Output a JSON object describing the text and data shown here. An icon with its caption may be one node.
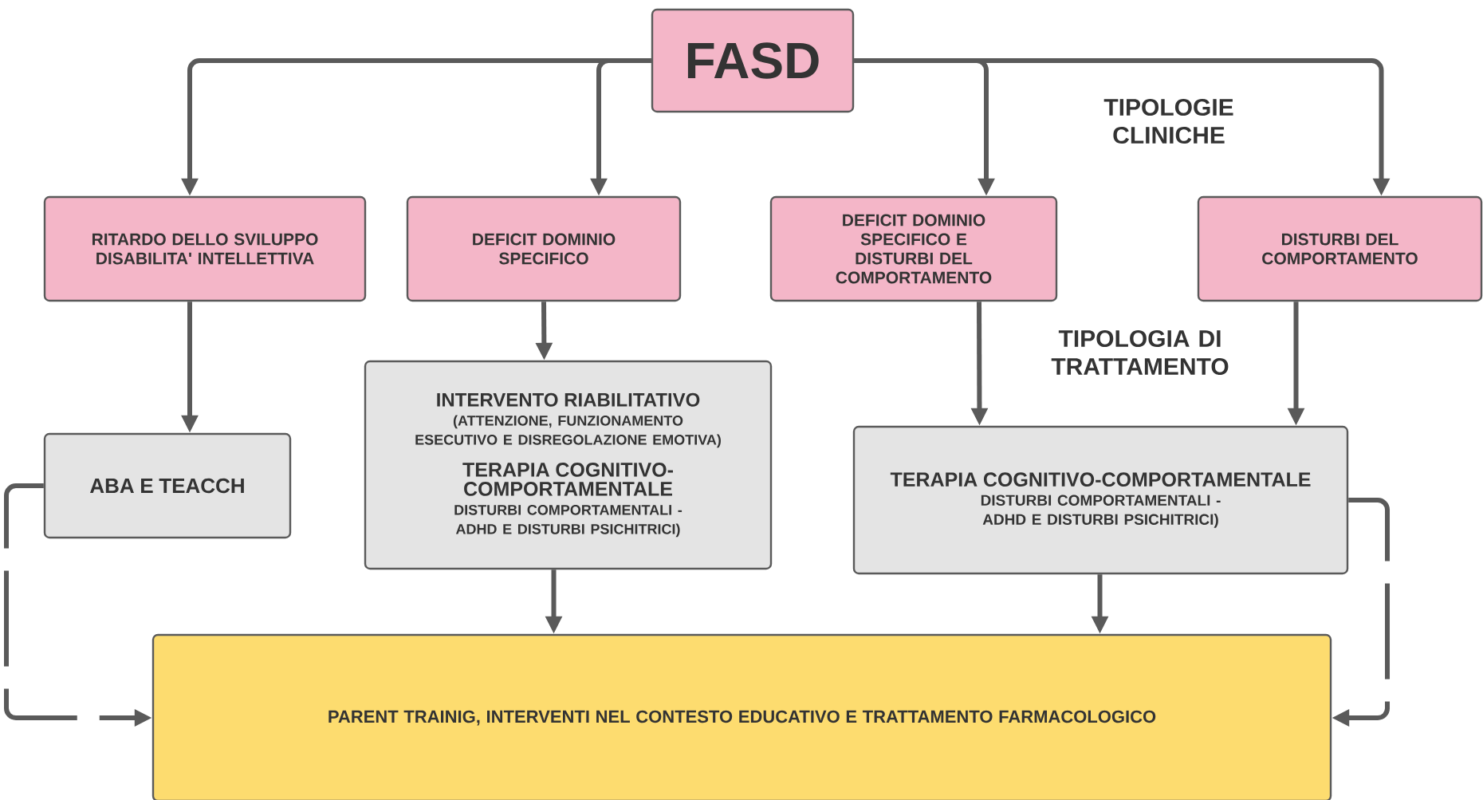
{
  "diagram": {
    "nodes": [
      {
        "text": [
          "FASD"
        ]
      },
      {
        "text": [
          "RITARDO DELLO SVILUPPO DISABILITA' INTELLETTIVA"
        ]
      },
      {
        "text": [
          "DEFICIT DOMINIO SPECIFICO"
        ]
      },
      {
        "text": [
          "DEFICIT DOMINIO SPECIFICO E DISTURBI DEL COMPORTAMENTO"
        ]
      },
      {
        "text": [
          "DISTURBI DEL COMPORTAMENTO"
        ]
      },
      {
        "text": [
          "ABA E TEACCH"
        ]
      },
      {
        "text": [
          "INTERVENTO RIABILITATIVO",
          "(ATTENZIONE, FUNZIONAMENTO ESECUTIVO E  DISREGOLAZIONE EMOTIVA)",
          "TERAPIA COGNITIVO-COMPORTAMENTALE",
          "DISTURBI COMPORTAMENTALI -ADHD E DISTURBI PSICHITRICI)"
        ]
      },
      {
        "text": [
          "TERAPIA COGNITIVO-COMPORTAMENTALE",
          "DISTURBI COMPORTAMENTALI -ADHD E DISTURBI PSICHITRICI)"
        ]
      },
      {
        "text": [
          "PARENT TRAINIG, INTERVENTI NEL CONTESTO EDUCATIVO E TRATTAMENTO FARMACOLOGICO"
        ]
      }
    ],
    "edges": [
      {
        "from": 0,
        "to": 1,
        "arrow": "to"
      },
      {
        "from": 0,
        "to": 2,
        "arrow": "to"
      },
      {
        "from": 0,
        "to": 3,
        "arrow": "to"
      },
      {
        "from": 0,
        "to": 4,
        "arrow": "to"
      },
      {
        "from": 1,
        "to": 5,
        "arrow": "to"
      },
      {
        "from": 2,
        "to": 6,
        "arrow": "to"
      },
      {
        "from": 3,
        "to": 7,
        "arrow": "to"
      },
      {
        "from": 4,
        "to": 7,
        "arrow": "to"
      },
      {
        "from": 6,
        "to": 8,
        "arrow": "to"
      },
      {
        "from": 7,
        "to": 8,
        "arrow": "to"
      },
      {
        "from": 5,
        "to": 8,
        "arrow": "to",
        "style": "dashed"
      },
      {
        "from": 7,
        "to": 8,
        "arrow": "to",
        "style": "dashed"
      }
    ],
    "labels": [
      "TIPOLOGIE CLINICHE",
      "TIPOLOGIA DI TRATTAMENTO"
    ]
  }
}
